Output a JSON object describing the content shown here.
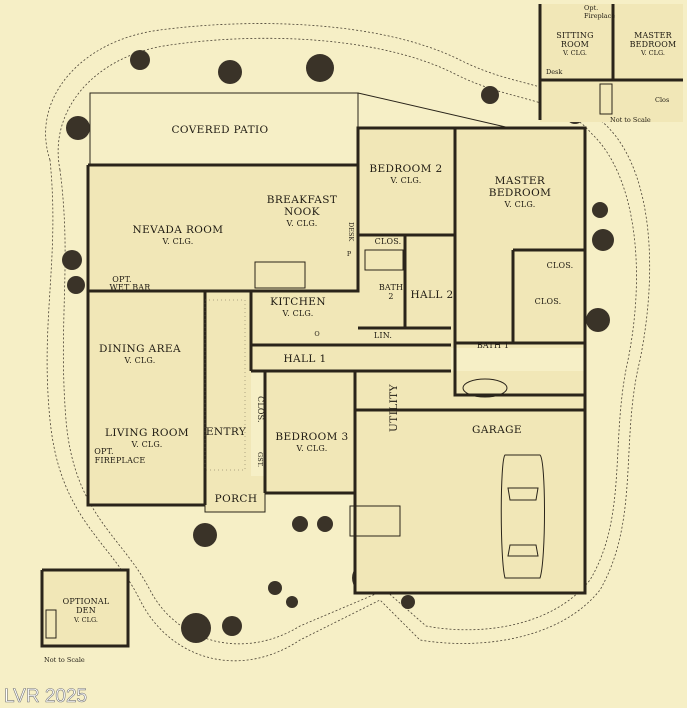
{
  "labels": {
    "covered_patio": "COVERED PATIO",
    "nevada_room": "NEVADA ROOM",
    "nevada_room_sub": "V. CLG.",
    "breakfast_nook_1": "BREAKFAST",
    "breakfast_nook_2": "NOOK",
    "breakfast_nook_sub": "V. CLG.",
    "desk": "DESK",
    "opt_wet_bar_1": "OPT.",
    "opt_wet_bar_2": "WET BAR",
    "kitchen": "KITCHEN",
    "kitchen_sub": "V. CLG.",
    "dining_area": "DINING AREA",
    "dining_area_sub": "V. CLG.",
    "living_room": "LIVING ROOM",
    "living_room_sub": "V. CLG.",
    "opt_fireplace_1": "OPT.",
    "opt_fireplace_2": "FIREPLACE",
    "entry": "ENTRY",
    "porch": "PORCH",
    "hall_1": "HALL 1",
    "hall_2": "HALL 2",
    "lin": "LIN.",
    "bedroom_2": "BEDROOM 2",
    "bedroom_2_sub": "V. CLG.",
    "clos_b2": "CLOS.",
    "bath_2_1": "BATH",
    "bath_2_2": "2",
    "master_bedroom_1": "MASTER",
    "master_bedroom_2": "BEDROOM",
    "master_bedroom_sub": "V. CLG.",
    "clos_master_1": "CLOS.",
    "clos_master_2": "CLOS.",
    "bath_1": "BATH 1",
    "bedroom_3": "BEDROOM 3",
    "bedroom_3_sub": "V. CLG.",
    "clos_b3": "CLOS.",
    "gst": "GST.",
    "utility": "UTILITY",
    "garage": "GARAGE",
    "p": "P",
    "o": "O",
    "inset_sitting_1": "SITTING",
    "inset_sitting_2": "ROOM",
    "inset_sitting_sub": "V. CLG.",
    "inset_master_1": "MASTER",
    "inset_master_2": "BEDROOM",
    "inset_master_sub": "V. CLG.",
    "inset_opt_fireplace_1": "Opt.",
    "inset_opt_fireplace_2": "Fireplace",
    "inset_desk": "Desk",
    "inset_clos": "Clos",
    "inset_not_to_scale": "Not to Scale",
    "den_1": "OPTIONAL",
    "den_2": "DEN",
    "den_sub": "V. CLG.",
    "den_not_to_scale": "Not to Scale",
    "watermark": "LVR 2025"
  }
}
